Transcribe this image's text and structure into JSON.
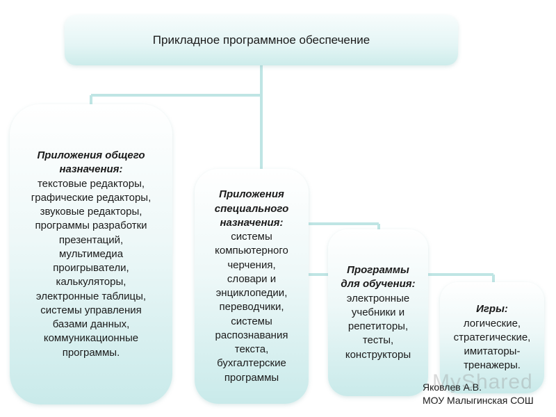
{
  "root": {
    "label": "Прикладное программное обеспечение"
  },
  "boxes": [
    {
      "heading": "Приложения общего\nназначения:",
      "text": "текстовые редакторы,\nграфические редакторы,\nзвуковые редакторы,\nпрограммы разработки\nпрезентаций,\nмультимедиа\nпроигрыватели,\nкалькуляторы,\nэлектронные таблицы,\nсистемы управления\nбазами данных,\nкоммуникационные\nпрограммы."
    },
    {
      "heading": "Приложения\nспециального\nназначения:",
      "text": "системы\nкомпьютерного\nчерчения,\nсловари и\nэнциклопедии,\nпереводчики,\nсистемы\nраспознавания\nтекста,\nбухгалтерские\nпрограммы"
    },
    {
      "heading": "Программы\nдля обучения:",
      "text": "электронные\nучебники и\nрепетиторы,\nтесты,\nконструкторы"
    },
    {
      "heading": "Игры:",
      "text": "логические,\nстратегические,\nимитаторы-\nтренажеры."
    }
  ],
  "footer": {
    "author": "Яковлев А.В.",
    "school": "МОУ Малыгинская СОШ"
  },
  "watermark": "MyShared"
}
